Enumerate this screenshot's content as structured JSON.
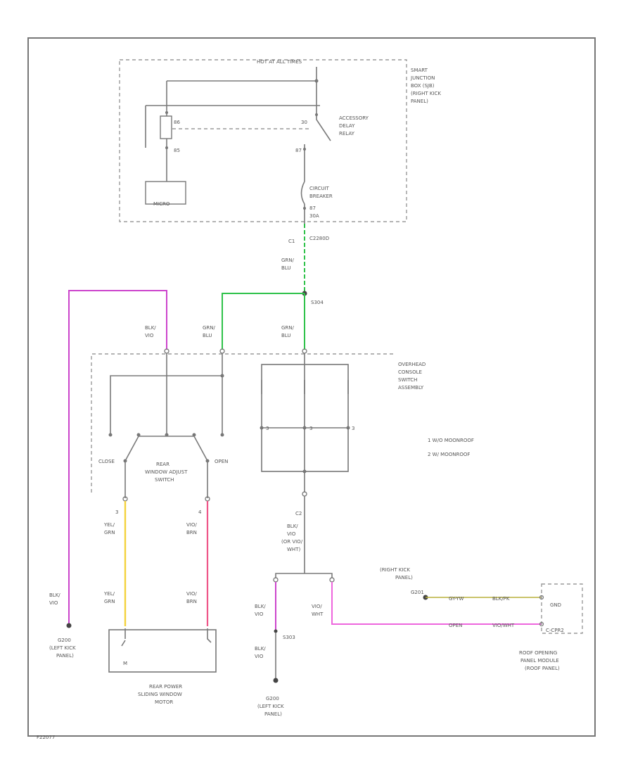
{
  "colors": {
    "wire": "#7a7a7a",
    "grn_blu": "#2fc24a",
    "blk_vio": "#cc44cc",
    "yel_grn": "#f4d23c",
    "vio_brn": "#ee5588",
    "vio_wht": "#ee66dd",
    "dk_ylw": "#b9b13a"
  },
  "labels": {
    "hot": "HOT AT ALL TIMES",
    "sjb": [
      "SMART",
      "JUNCTION",
      "BOX (SJB)",
      "(RIGHT KICK",
      "PANEL)"
    ],
    "relay": [
      "ACCESSORY",
      "DELAY",
      "RELAY"
    ],
    "pin30": "30",
    "pin86": "86",
    "pin85": "85",
    "pin87": "87",
    "micro": "MICRO",
    "cb": [
      "CIRCUIT",
      "BREAKER"
    ],
    "cb_pins": [
      "87",
      "30A"
    ],
    "c1": "C1",
    "conn1": "C2280D",
    "wire_gb": [
      "GRN/",
      "BLU"
    ],
    "splice1": "S304",
    "wire_bv": [
      "BLK/",
      "VIO"
    ],
    "overhead": [
      "OVERHEAD",
      "CONSOLE",
      "SWITCH",
      "ASSEMBLY"
    ],
    "note1": "1   W/O MOONROOF",
    "note2": "2   W/ MOONROOF",
    "close": "CLOSE",
    "open": "OPEN",
    "raw": [
      "REAR",
      "WINDOW ADJUST",
      "SWITCH"
    ],
    "pin3": "3",
    "pin4": "4",
    "wire_yg": [
      "YEL/",
      "GRN"
    ],
    "wire_vb": [
      "VIO/",
      "BRN"
    ],
    "g_left": [
      "G200",
      "(LEFT KICK",
      "PANEL)"
    ],
    "motor": [
      "REAR POWER",
      "SLIDING WINDOW",
      "MOTOR"
    ],
    "motor_m": "M",
    "c2": "C2",
    "wire_bv2": [
      "BLK/",
      "VIO",
      "(OR VIO/",
      "WHT)"
    ],
    "rkp": [
      "(RIGHT KICK",
      "PANEL)"
    ],
    "g201": "G201",
    "w_gy": "GY-YW",
    "w_bkpk": "BLK/PK",
    "w_open": "OPEN",
    "w_vowt": "VIO/WHT",
    "gnd": "GND",
    "c_roof": "C-CPR2",
    "roof": [
      "ROOF OPENING",
      "PANEL MODULE",
      "(ROOF PANEL)"
    ],
    "wire_bv3": [
      "BLK/",
      "VIO"
    ],
    "wire_vw": [
      "VIO/",
      "WHT"
    ],
    "splice2": "S303",
    "wire_bv4": [
      "BLK/",
      "VIO"
    ],
    "g_bottom": [
      "G200",
      "(LEFT KICK",
      "PANEL)"
    ],
    "fig": "F22077"
  }
}
